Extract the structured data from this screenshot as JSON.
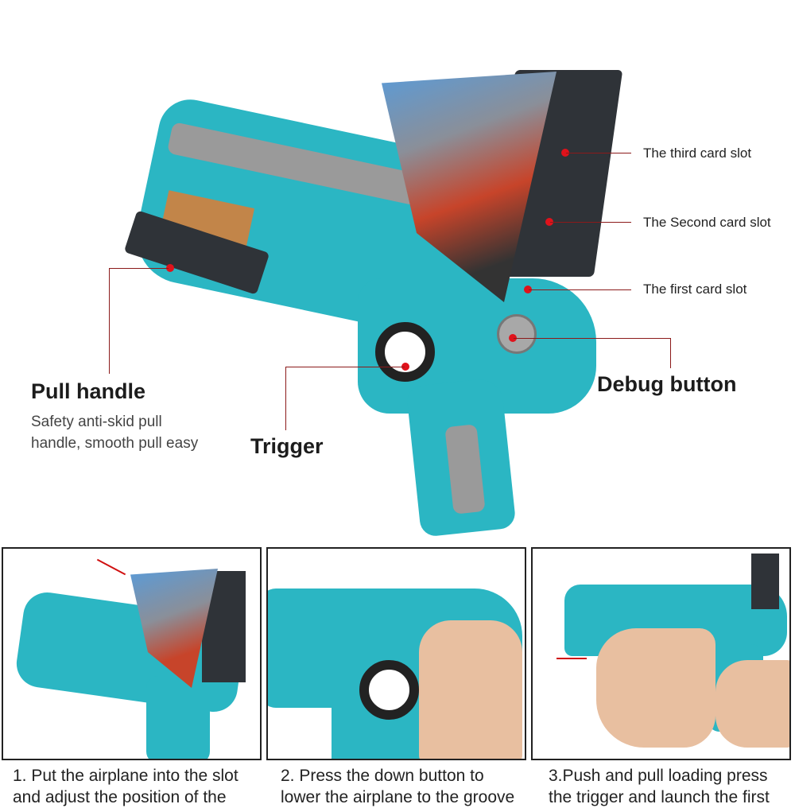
{
  "callouts": {
    "third_slot": "The third card slot",
    "second_slot": "The Second card slot",
    "first_slot": "The first card slot",
    "debug_button": "Debug button",
    "trigger": "Trigger",
    "pull_handle": "Pull handle",
    "pull_handle_desc_1": "Safety anti-skid pull",
    "pull_handle_desc_2": "handle, smooth pull easy"
  },
  "steps": [
    {
      "line1": "1. Put the airplane into the slot",
      "line2": "and adjust the position of the"
    },
    {
      "line1": "2. Press the down button to",
      "line2": "lower the airplane to the groove"
    },
    {
      "line1": "3.Push and pull loading press",
      "line2": "the trigger and launch the first"
    }
  ],
  "colors": {
    "toy": "#2bb6c3",
    "accent": "#e0121b",
    "line": "#8b1a1a"
  }
}
